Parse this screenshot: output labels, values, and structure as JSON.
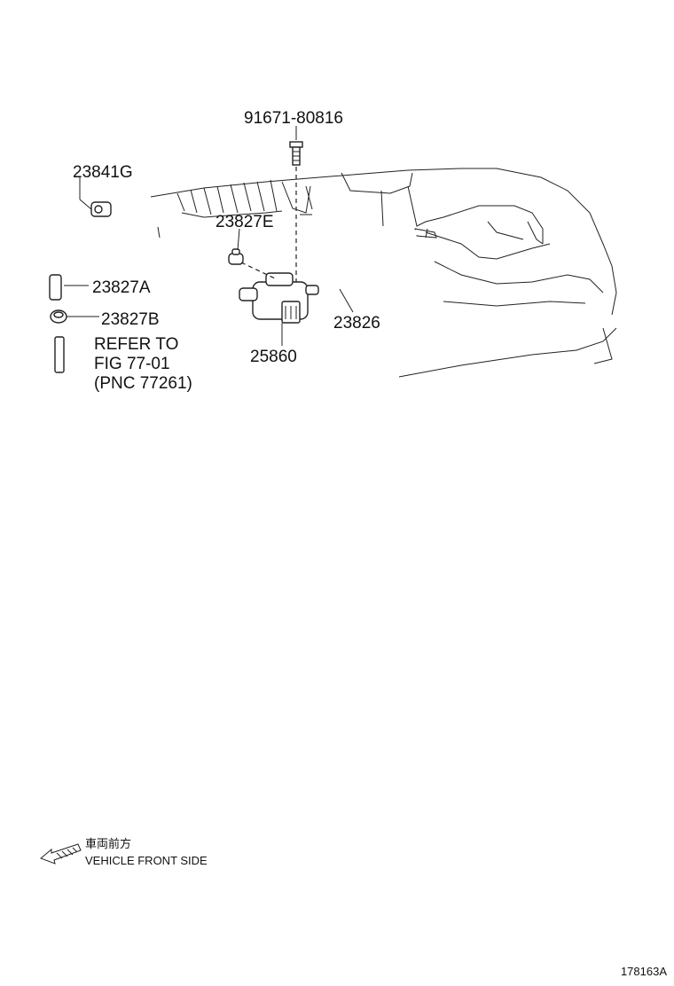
{
  "labels": {
    "bolt": "91671-80816",
    "clamp_top": "23841G",
    "clamp_mid": "23827E",
    "hose_left": "23827A",
    "clip": "23827B",
    "refer_line1": "REFER TO",
    "refer_line2": "FIG 77-01",
    "refer_line3": "(PNC 77261)",
    "valve": "25860",
    "hose_right": "23826"
  },
  "legend": {
    "japanese": "車両前方",
    "english": "VEHICLE FRONT SIDE"
  },
  "diagram_id": "178163A",
  "icons": {
    "front_arrow": "front-direction-arrow-icon"
  }
}
